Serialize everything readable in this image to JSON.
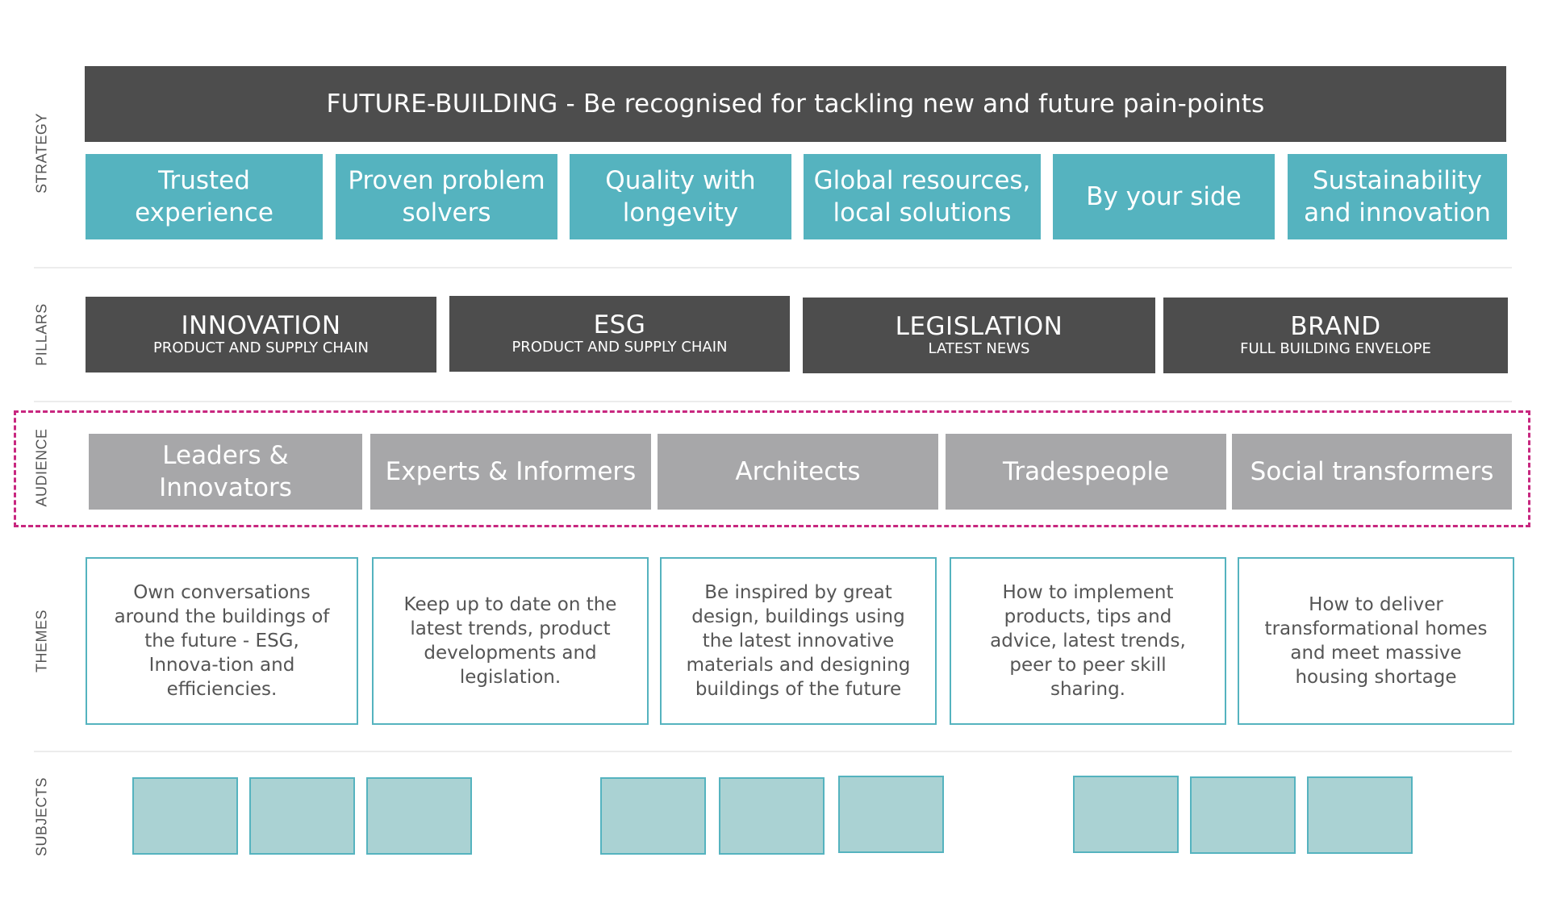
{
  "side_labels": {
    "strategy": "STRATEGY",
    "pillars": "PILLARS",
    "audience": "AUDIENCE",
    "themes": "THEMES",
    "subjects": "SUBJECTS"
  },
  "strategy": {
    "banner": "FUTURE-BUILDING - Be recognised for tackling new and future pain-points",
    "values": [
      "Trusted experience",
      "Proven problem solvers",
      "Quality with longevity",
      "Global resources, local solutions",
      "By your side",
      "Sustainability and innovation"
    ]
  },
  "pillars": [
    {
      "title": "INNOVATION",
      "subtitle": "PRODUCT AND SUPPLY CHAIN"
    },
    {
      "title": "ESG",
      "subtitle": "PRODUCT AND SUPPLY CHAIN"
    },
    {
      "title": "LEGISLATION",
      "subtitle": "LATEST NEWS"
    },
    {
      "title": "BRAND",
      "subtitle": "FULL BUILDING ENVELOPE"
    }
  ],
  "audience": [
    "Leaders & Innovators",
    "Experts & Informers",
    "Architects",
    "Tradespeople",
    "Social transformers"
  ],
  "themes": [
    "Own conversations around the buildings of the future - ESG, Innova-tion and efficiencies.",
    "Keep up to date on the latest trends, product developments and legislation.",
    "Be inspired by great design, buildings using the latest innovative materials and designing buildings of the future",
    "How to implement products, tips and advice, latest trends, peer to peer skill sharing.",
    "How to deliver transformational homes and meet massive housing shortage"
  ],
  "subjects": {
    "groups": 3,
    "per_group": 3
  },
  "colors": {
    "dark": "#4d4d4d",
    "teal": "#55b3bf",
    "grey": "#a7a7a9",
    "subject_fill": "#aad2d3",
    "highlight": "#c8277f"
  }
}
